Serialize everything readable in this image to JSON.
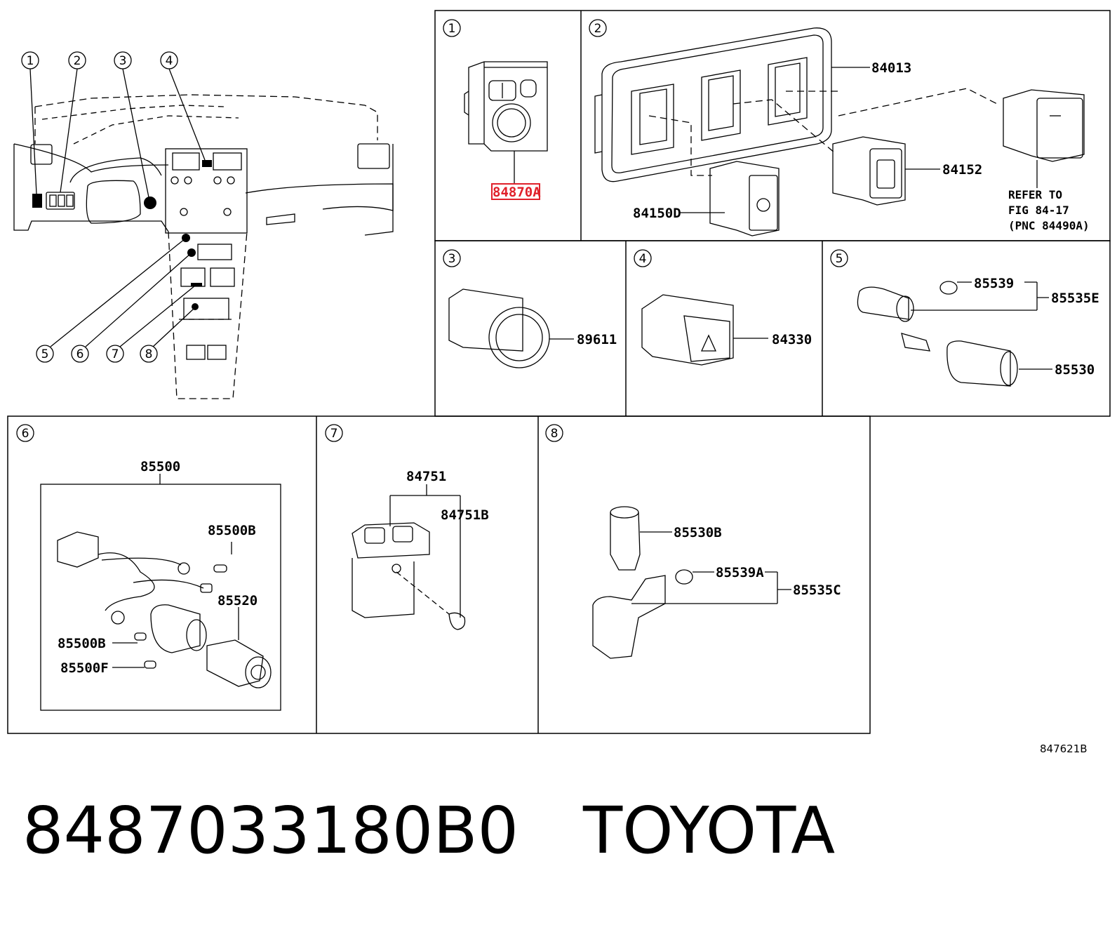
{
  "panels": [
    {
      "number": "1",
      "labels": [
        {
          "text": "84870A",
          "highlighted": true
        }
      ]
    },
    {
      "number": "2",
      "labels": [
        {
          "text": "84013"
        },
        {
          "text": "84152"
        },
        {
          "text": "84150D"
        }
      ],
      "note": {
        "line1": "REFER TO",
        "line2": "FIG 84-17",
        "line3": "(PNC 84490A)"
      }
    },
    {
      "number": "3",
      "labels": [
        {
          "text": "89611"
        }
      ]
    },
    {
      "number": "4",
      "labels": [
        {
          "text": "84330"
        }
      ]
    },
    {
      "number": "5",
      "labels": [
        {
          "text": "85539"
        },
        {
          "text": "85535E"
        },
        {
          "text": "85530"
        }
      ]
    },
    {
      "number": "6",
      "labels": [
        {
          "text": "85500"
        },
        {
          "text": "85500B"
        },
        {
          "text": "85520"
        },
        {
          "text": "85500B"
        },
        {
          "text": "85500F"
        }
      ]
    },
    {
      "number": "7",
      "labels": [
        {
          "text": "84751"
        },
        {
          "text": "84751B"
        }
      ]
    },
    {
      "number": "8",
      "labels": [
        {
          "text": "85530B"
        },
        {
          "text": "85539A"
        },
        {
          "text": "85535C"
        }
      ]
    }
  ],
  "overview_callouts": [
    "1",
    "2",
    "3",
    "4",
    "5",
    "6",
    "7",
    "8"
  ],
  "diagram_code": "847621B",
  "footer": {
    "part_number": "8487033180B0",
    "brand": "TOYOTA"
  },
  "colors": {
    "highlight": "#e0202a",
    "line": "#000000"
  }
}
